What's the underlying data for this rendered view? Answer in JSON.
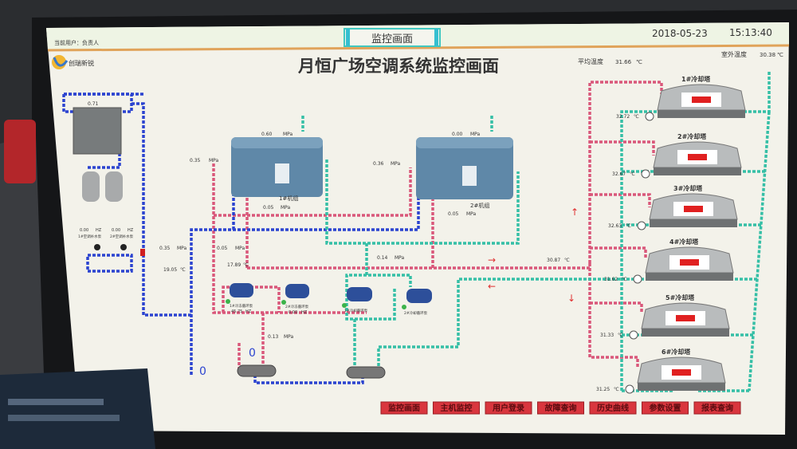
{
  "header": {
    "user": "当前用户：负责人",
    "screen_tab": "监控画面",
    "date": "2018-05-23",
    "time": "15:13:40",
    "logo_text": "创瑞新锐"
  },
  "title": "月恒广场空调系统监控画面",
  "readouts": {
    "avg_temp_label": "平均温度",
    "avg_temp": "31.66",
    "outdoor_temp_label": "室外温度",
    "outdoor_temp": "30.38",
    "temp_unit": "℃",
    "pressure_unit": "MPa",
    "freq_unit": "HZ"
  },
  "chillers": [
    {
      "label": "1#机组",
      "p_top": "0.60",
      "p_left": "0.35",
      "p_bottom": "0.05"
    },
    {
      "label": "2#机组",
      "p_top": "0.00",
      "p_left": "0.36",
      "p_bottom": "0.05"
    }
  ],
  "main_lines": {
    "cooling_pressure": "0.14",
    "return_temp": "30.87",
    "chw_left_pressure": "0.35",
    "chw_left_temp": "19.05",
    "chw_pressure": "0.05",
    "chw_temp": "17.89",
    "header_pressure": "0.13"
  },
  "pumps": [
    {
      "label": "1#冷冻循环泵",
      "freq": "45.75"
    },
    {
      "label": "2#冷冻循环泵",
      "freq": "0.00"
    },
    {
      "label": "1#冷却循环泵",
      "freq": ""
    },
    {
      "label": "2#冷却循环泵",
      "freq": ""
    }
  ],
  "makeup": {
    "tank_value": "0.71",
    "pumps": [
      {
        "label": "1#空调补水泵",
        "freq": "0.00"
      },
      {
        "label": "2#空调补水泵",
        "freq": "0.00"
      }
    ]
  },
  "cooling_towers": [
    {
      "label": "1#冷却塔",
      "temp": "32.72"
    },
    {
      "label": "2#冷却塔",
      "temp": "32.67"
    },
    {
      "label": "3#冷却塔",
      "temp": "32.63"
    },
    {
      "label": "4#冷却塔",
      "temp": "31.62"
    },
    {
      "label": "5#冷却塔",
      "temp": "31.33"
    },
    {
      "label": "6#冷却塔",
      "temp": "31.25"
    }
  ],
  "nav_buttons": [
    "监控画面",
    "主机监控",
    "用户登录",
    "故障查询",
    "历史曲线",
    "参数设置",
    "报表查询"
  ],
  "colors": {
    "supply": "#d9577a",
    "chilled": "#2b43d0",
    "cooling": "#35bfa6",
    "title": "#c8202a"
  }
}
